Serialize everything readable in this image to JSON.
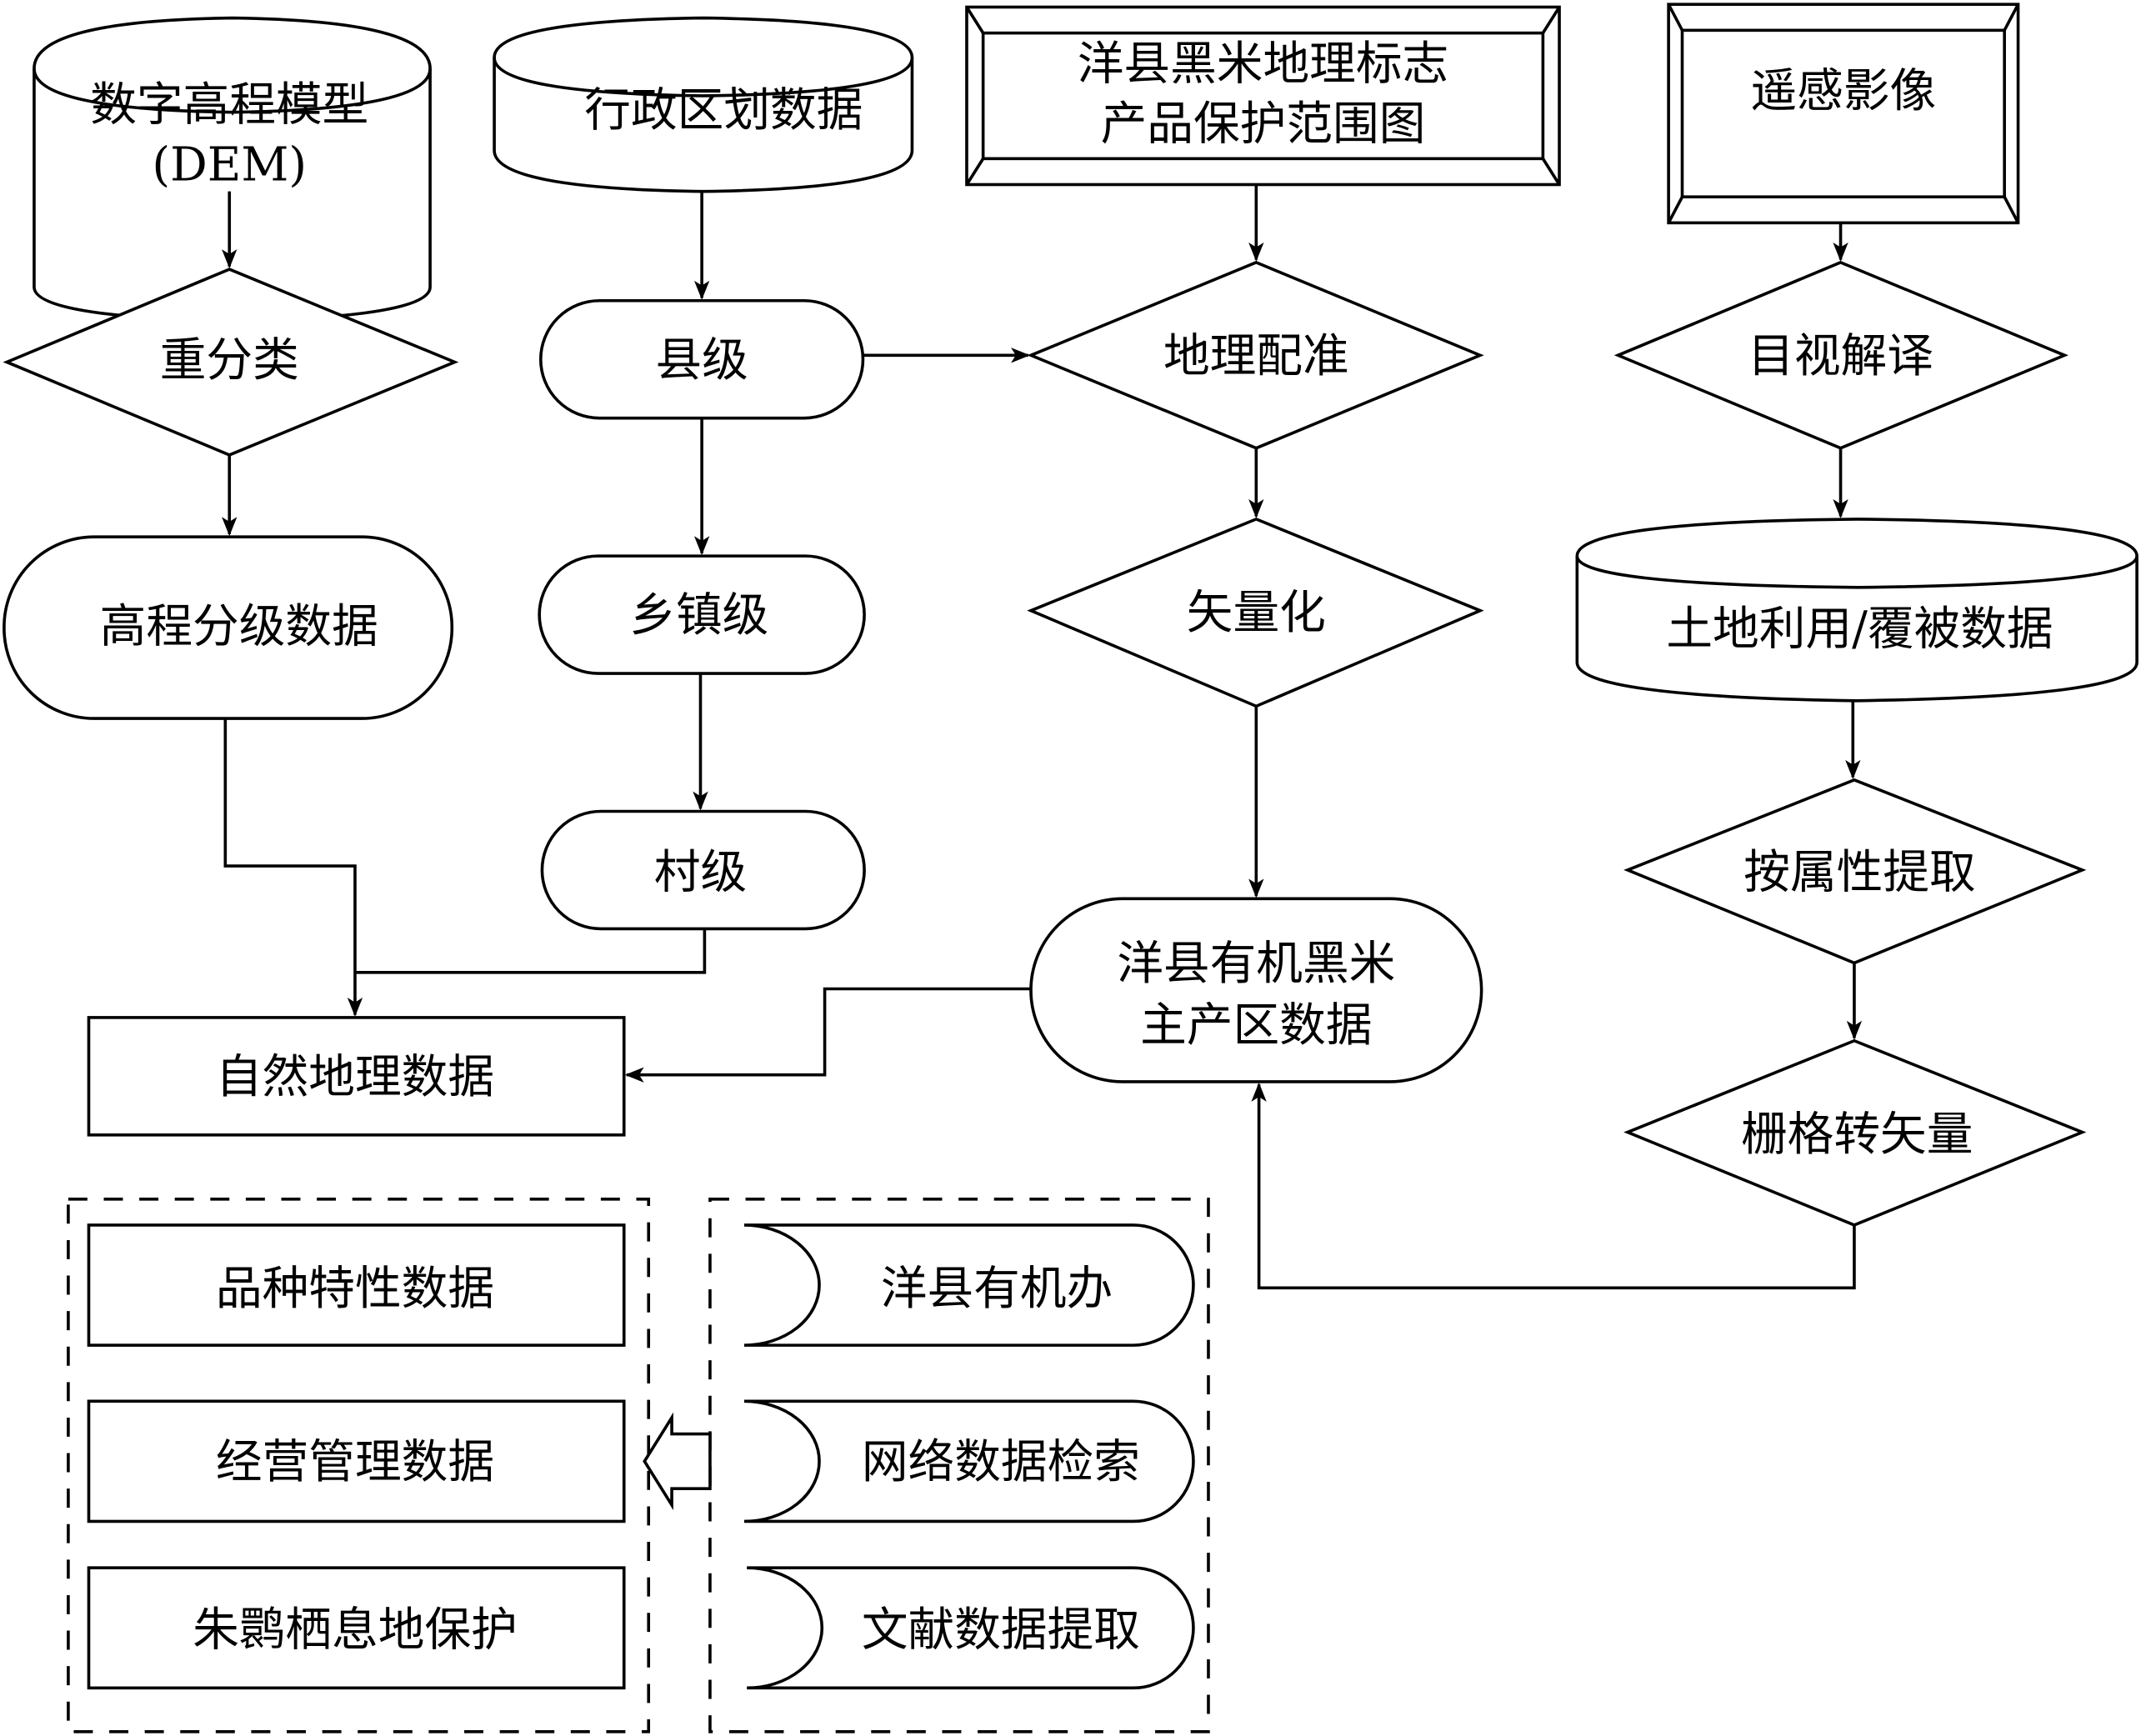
{
  "nodes": {
    "dem": "数字高程模型",
    "dem2": "(DEM)",
    "admin": "行政区划数据",
    "protect1": "洋县黑米地理标志",
    "protect2": "产品保护范围图",
    "rs": "遥感影像",
    "reclass": "重分类",
    "county": "县级",
    "georef": "地理配准",
    "visual": "目视解译",
    "elev": "高程分级数据",
    "town": "乡镇级",
    "vectorize": "矢量化",
    "landuse": "土地利用/覆被数据",
    "village": "村级",
    "extract": "按属性提取",
    "mainarea1": "洋县有机黑米",
    "mainarea2": "主产区数据",
    "natural": "自然地理数据",
    "r2v": "栅格转矢量"
  },
  "group_left": [
    "品种特性数据",
    "经营管理数据",
    "朱鹮栖息地保护"
  ],
  "group_right": [
    "洋县有机办",
    "网络数据检索",
    "文献数据提取"
  ],
  "colors": {
    "stroke": "#000000",
    "background": "#ffffff"
  }
}
